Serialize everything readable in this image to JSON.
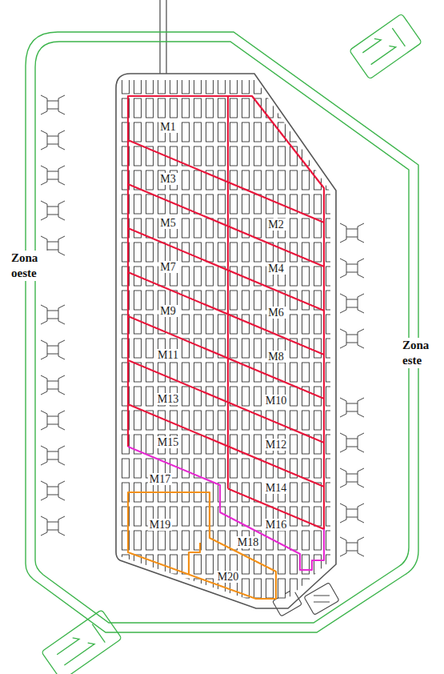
{
  "diagram": {
    "nodes": [
      {
        "text": [
          "M1"
        ]
      },
      {
        "text": [
          "M2"
        ]
      },
      {
        "text": [
          "M3"
        ]
      },
      {
        "text": [
          "M4"
        ]
      },
      {
        "text": [
          "M5"
        ]
      },
      {
        "text": [
          "M6"
        ]
      },
      {
        "text": [
          "M7"
        ]
      },
      {
        "text": [
          "M8"
        ]
      },
      {
        "text": [
          "M9"
        ]
      },
      {
        "text": [
          "M10"
        ]
      },
      {
        "text": [
          "M11"
        ]
      },
      {
        "text": [
          "M12"
        ]
      },
      {
        "text": [
          "M13"
        ]
      },
      {
        "text": [
          "M14"
        ]
      },
      {
        "text": [
          "M15"
        ]
      },
      {
        "text": [
          "M16"
        ]
      },
      {
        "text": [
          "M17"
        ]
      },
      {
        "text": [
          "M18"
        ]
      },
      {
        "text": [
          "M19"
        ]
      },
      {
        "text": [
          "M20"
        ]
      }
    ],
    "labels": [
      "Zona oeste",
      "Zona este"
    ]
  }
}
